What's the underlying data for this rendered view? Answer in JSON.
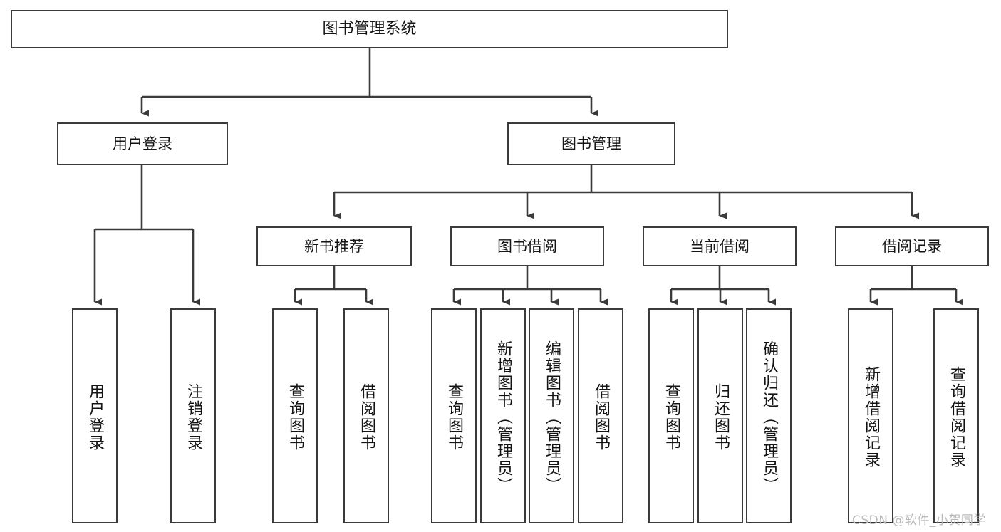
{
  "diagram": {
    "title": "图书管理系统",
    "type": "function-structure-tree",
    "watermark": "CSDN @软件_小贺同学",
    "colors": {
      "box_border": "#3b3b3b",
      "connector": "#3b3b3b",
      "background": "#ffffff",
      "text": "#141414",
      "watermark": "#b9b9b9"
    },
    "root": {
      "label": "图书管理系统"
    },
    "level2": [
      {
        "label": "用户登录"
      },
      {
        "label": "图书管理"
      }
    ],
    "level3": [
      {
        "label": "新书推荐"
      },
      {
        "label": "图书借阅"
      },
      {
        "label": "当前借阅"
      },
      {
        "label": "借阅记录"
      }
    ],
    "leaves": {
      "user_login": [
        {
          "label": "用户登录"
        },
        {
          "label": "注销登录"
        }
      ],
      "new_book_recommend": [
        {
          "label": "查询图书"
        },
        {
          "label": "借阅图书"
        }
      ],
      "book_borrow": [
        {
          "label": "查询图书"
        },
        {
          "label": "新增图书（管理员）"
        },
        {
          "label": "编辑图书（管理员）"
        },
        {
          "label": "借阅图书"
        }
      ],
      "current_borrow": [
        {
          "label": "查询图书"
        },
        {
          "label": "归还图书"
        },
        {
          "label": "确认归还（管理员）"
        }
      ],
      "borrow_record": [
        {
          "label": "新增借阅记录"
        },
        {
          "label": "查询借阅记录"
        }
      ]
    }
  }
}
